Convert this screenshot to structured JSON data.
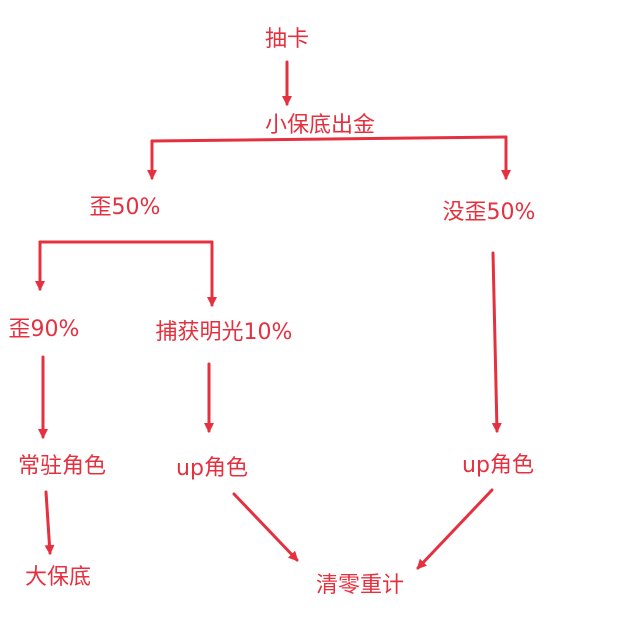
{
  "accent_color": "#e5303f",
  "nodes": {
    "draw": "抽卡",
    "small_pity": "小保底出金",
    "lose_5050": "歪50%",
    "win_5050": "没歪50%",
    "lose_90": "歪90%",
    "capture_light": "捕获明光10%",
    "standard_char": "常驻角色",
    "up_char_left": "up角色",
    "up_char_right": "up角色",
    "big_pity": "大保底",
    "reset": "清零重计"
  }
}
